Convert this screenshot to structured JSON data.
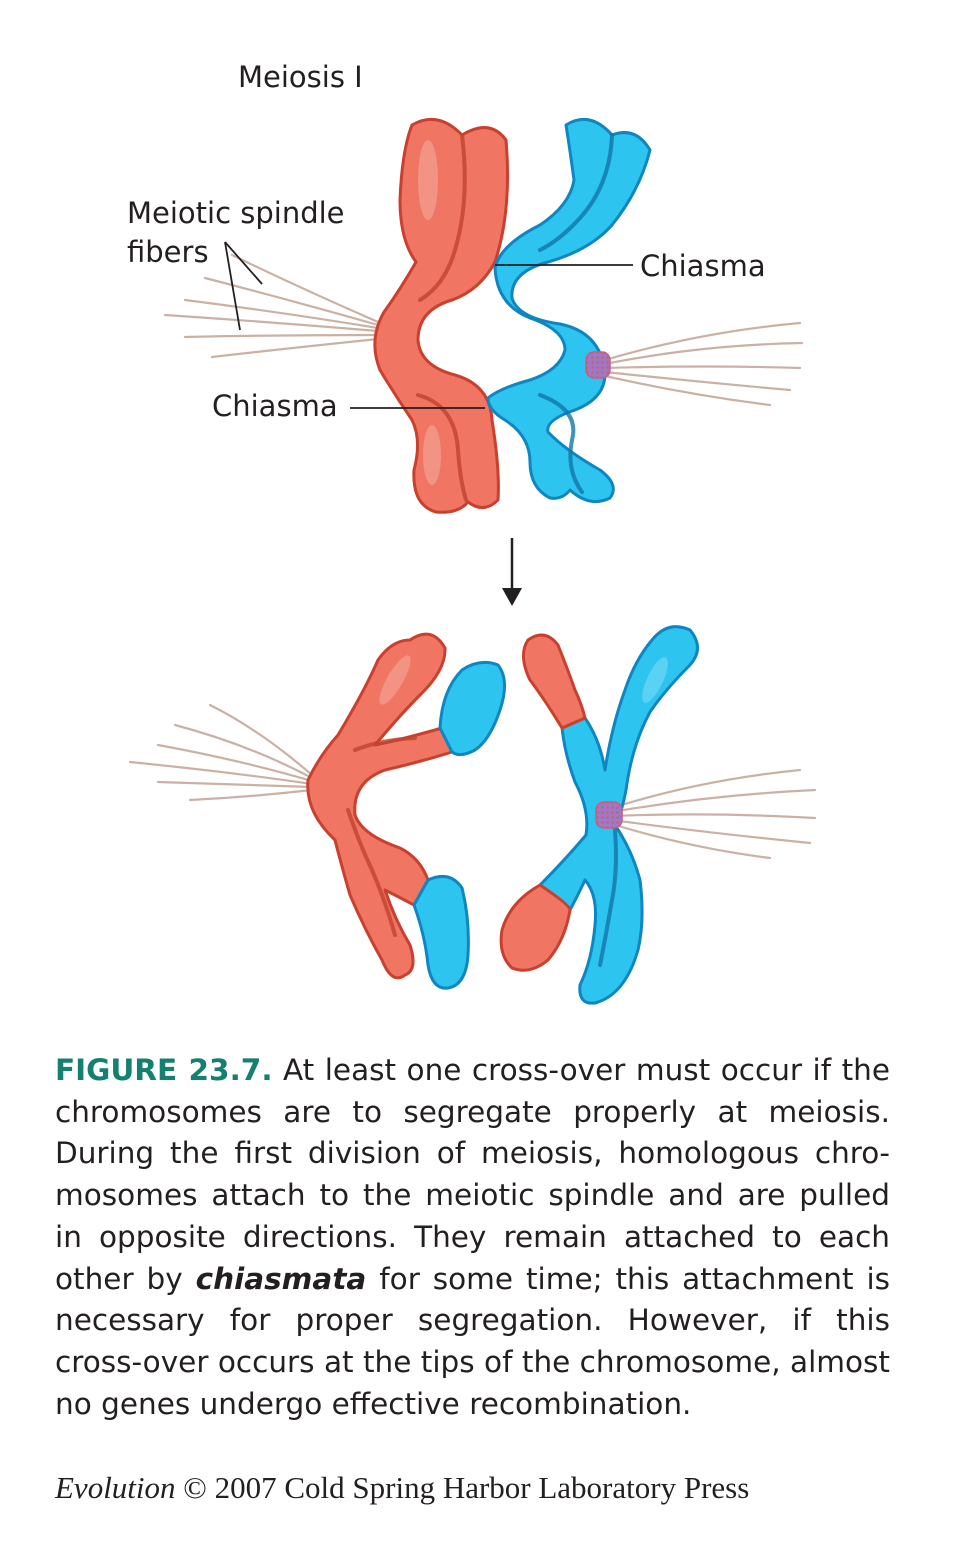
{
  "diagram": {
    "title": "Meiosis I",
    "labels": {
      "spindle_line1": "Meiotic spindle",
      "spindle_line2": "fibers",
      "chiasma_top": "Chiasma",
      "chiasma_bottom": "Chiasma"
    },
    "colors": {
      "red_chromosome": "#f07562",
      "blue_chromosome": "#2dc4f0",
      "spindle_fiber": "#cbb1a4",
      "figure_label": "#14806f"
    },
    "icons": {
      "arrow": "arrow-down-icon"
    }
  },
  "caption": {
    "figure_label": "FIGURE 23.7.",
    "text_before": " At least one cross-over must occur if the chromosomes are to segregate properly at meiosis. During the first division of meiosis, homologous chro­mosomes attach to the meiotic spindle and are pulled in opposite directions. They remain attached to each other by ",
    "emphasis": "chiasmata",
    "text_after": " for some time; this attachment is necessary for proper segregation. However, if this cross-over occurs at the tips of the chromosome, al­most no genes undergo effective recombination."
  },
  "credit": {
    "book": "Evolution",
    "rest": " © 2007 Cold Spring Harbor Laboratory Press"
  }
}
